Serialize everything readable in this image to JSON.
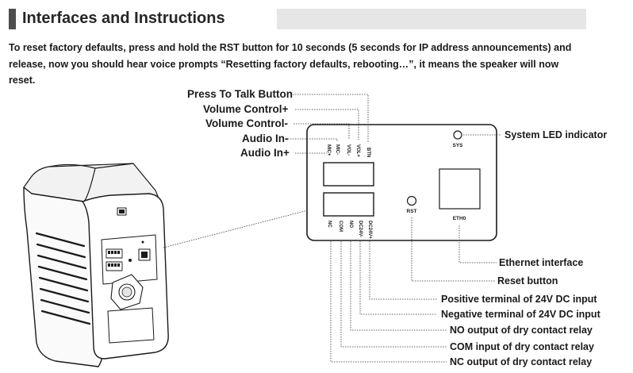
{
  "header": {
    "title": "Interfaces and Instructions"
  },
  "intro": {
    "text": "To reset factory defaults, press and hold the RST button for 10 seconds (5 seconds for IP address announcements) and release, now you should hear voice prompts “Resetting factory defaults, rebooting…”, it means the speaker will now reset."
  },
  "panel": {
    "pins_top": [
      "MIC+",
      "MIC-",
      "VOL-",
      "VOL+",
      "BTN"
    ],
    "pins_bottom": [
      "NC",
      "COM",
      "NO",
      "DC24V-",
      "DC24V+"
    ],
    "sys_label": "SYS",
    "rst_label": "RST",
    "eth_label": "ETH0"
  },
  "labels_top": {
    "press_to_talk": "Press To Talk Button",
    "volume_plus": "Volume Control+",
    "volume_minus": "Volume Control-",
    "audio_in_minus": "Audio In-",
    "audio_in_plus": "Audio In+"
  },
  "labels_right": {
    "system_led": "System LED indicator",
    "ethernet": "Ethernet interface",
    "reset": "Reset button",
    "positive_24v": "Positive terminal of 24V DC input",
    "negative_24v": "Negative terminal of 24V DC input",
    "no_output": "NO output of dry contact relay",
    "com_input": "COM input of dry contact relay",
    "nc_output": "NC output of dry contact relay"
  }
}
